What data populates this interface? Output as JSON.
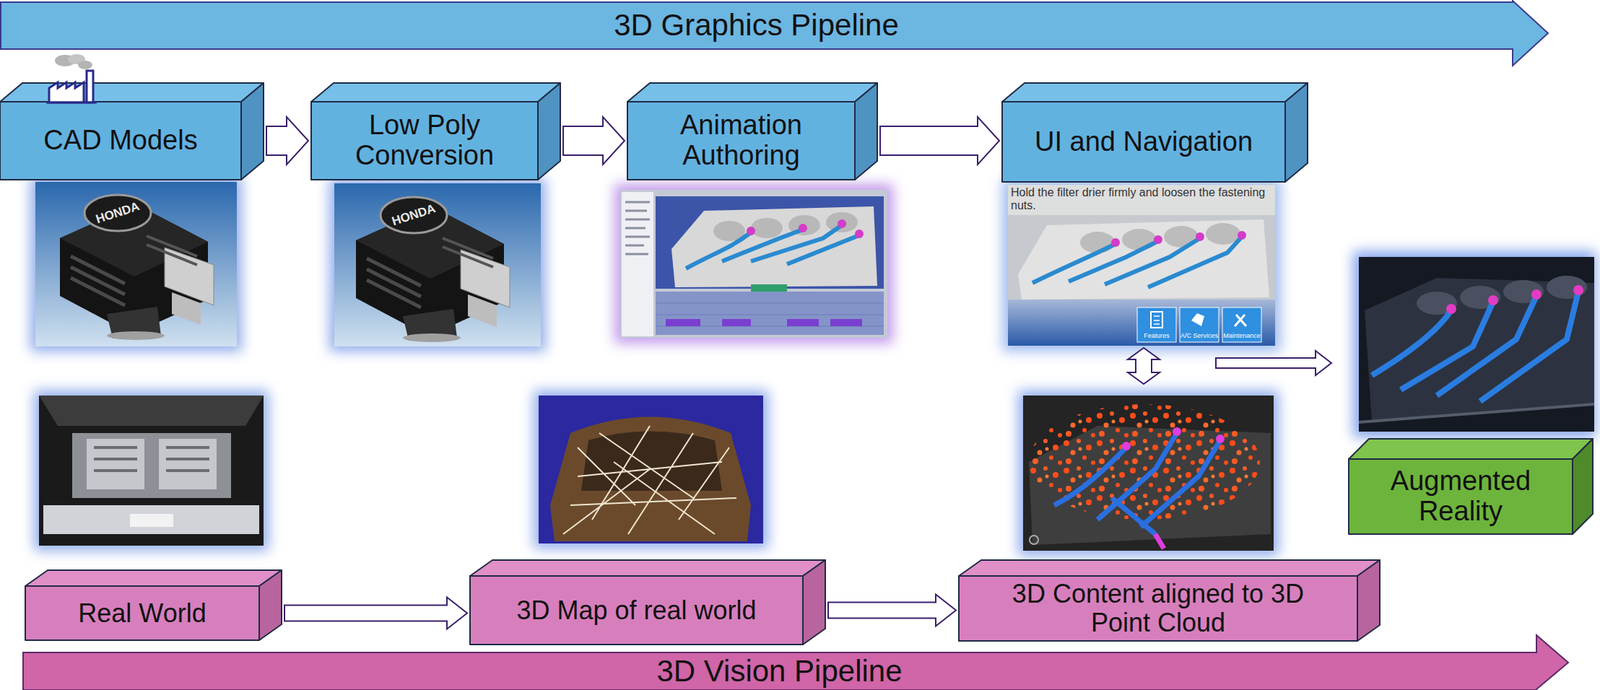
{
  "diagram": {
    "nodes": [
      {
        "text": [
          "3D Graphics Pipeline"
        ]
      },
      {
        "text": [
          "CAD Models"
        ]
      },
      {
        "text": [
          "Low Poly Conversion"
        ]
      },
      {
        "text": [
          "Animation Authoring"
        ]
      },
      {
        "text": [
          "UI and Navigation"
        ]
      },
      {
        "text": [
          "Real World"
        ]
      },
      {
        "text": [
          "3D Map of real world"
        ]
      },
      {
        "text": [
          "3D Content aligned to 3D Point Cloud"
        ]
      },
      {
        "text": [
          "Augmented Reality"
        ]
      },
      {
        "text": [
          "3D Vision Pipeline"
        ]
      }
    ],
    "edges": [
      {
        "from": 1,
        "to": 2,
        "arrow": "to"
      },
      {
        "from": 2,
        "to": 3,
        "arrow": "to"
      },
      {
        "from": 3,
        "to": 4,
        "arrow": "to"
      },
      {
        "from": 4,
        "to": 7,
        "arrow": "both"
      },
      {
        "from": 4,
        "to": 8,
        "arrow": "to"
      },
      {
        "from": 5,
        "to": 6,
        "arrow": "to"
      },
      {
        "from": 6,
        "to": 7,
        "arrow": "to"
      }
    ],
    "labels": [
      "HONDA",
      "HONDA",
      "Hold the filter drier firmly and loosen the fastening nuts.",
      "Features",
      "A/C Services",
      "Maintenance"
    ]
  }
}
